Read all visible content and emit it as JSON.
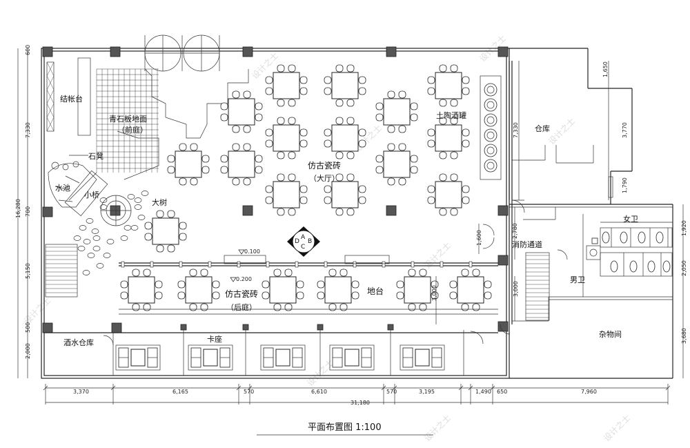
{
  "labels": {
    "checkout": "结帐台",
    "stone_floor": "青石板地面",
    "front_court": "（前庭）",
    "stone_bench": "石凳",
    "water": "水池",
    "bridge": "小桥",
    "tree": "大树",
    "antique_tile_hall": "仿古瓷砖",
    "hall": "（大厅）",
    "wine_jars": "土陶酒罐",
    "warehouse": "仓库",
    "fire_passage": "消防通道",
    "female_wc": "女卫",
    "male_wc": "男卫",
    "stage": "地台",
    "antique_tile_back": "仿古瓷砖",
    "back_court": "（后庭）",
    "liquor_store": "酒水仓库",
    "booth": "卡座",
    "storage": "杂物间",
    "title": "平面布置图  1:100"
  },
  "marker_letters": [
    "A",
    "B",
    "C",
    "D"
  ],
  "levels": {
    "l1": "0.100",
    "l2": "0.200"
  },
  "dims_bottom": [
    "3,370",
    "6,165",
    "570",
    "6,610",
    "570",
    "3,195",
    "1,490",
    "650",
    "7,960"
  ],
  "dim_total": "31,180",
  "dims_left": [
    "600",
    "7,330",
    "16,280",
    "700",
    "5,150",
    "500",
    "2,000"
  ],
  "dims_mid": [
    "7,330",
    "2,780",
    "1,600",
    "3,000"
  ],
  "dims_right": [
    "1,650",
    "3,770",
    "1,790",
    "1,920",
    "2,050",
    "3,680"
  ],
  "watermark": "设计之士"
}
